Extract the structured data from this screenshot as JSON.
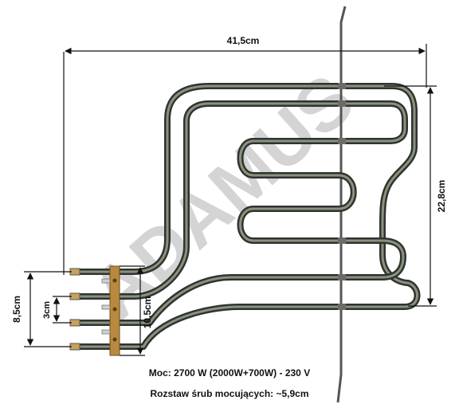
{
  "watermark": "ADAMUS",
  "dimensions": {
    "width": "41,5cm",
    "height": "22,8cm",
    "terminal_span": "8,5cm",
    "terminal_pitch": "3cm",
    "bracket_length": "10,5cm"
  },
  "caption": {
    "power": "Moc: 2700 W (2000W+700W) - 230 V",
    "screws": "Rozstaw śrub mocujących: ~5,9cm"
  },
  "colors": {
    "element_outer": "#2f342f",
    "element_inner": "#8a927f",
    "bracket": "#b8893f",
    "dim_line": "#111111",
    "watermark": "#d4d4d4",
    "background": "#ffffff"
  }
}
